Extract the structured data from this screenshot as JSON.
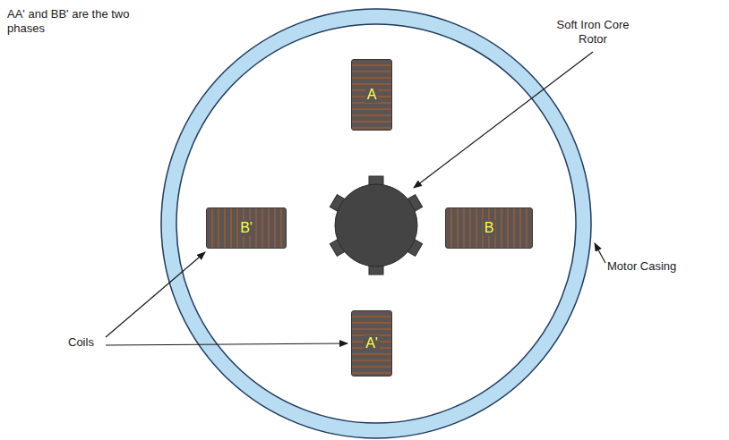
{
  "diagram": {
    "nodes": [
      {
        "text": [
          "A"
        ]
      },
      {
        "text": [
          "B'"
        ]
      },
      {
        "text": [
          "B"
        ]
      },
      {
        "text": [
          "A'"
        ]
      }
    ],
    "labels": [
      "AA' and BB' are the two phases",
      "Soft Iron Core Rotor",
      "Motor Casing",
      "Coils"
    ]
  }
}
